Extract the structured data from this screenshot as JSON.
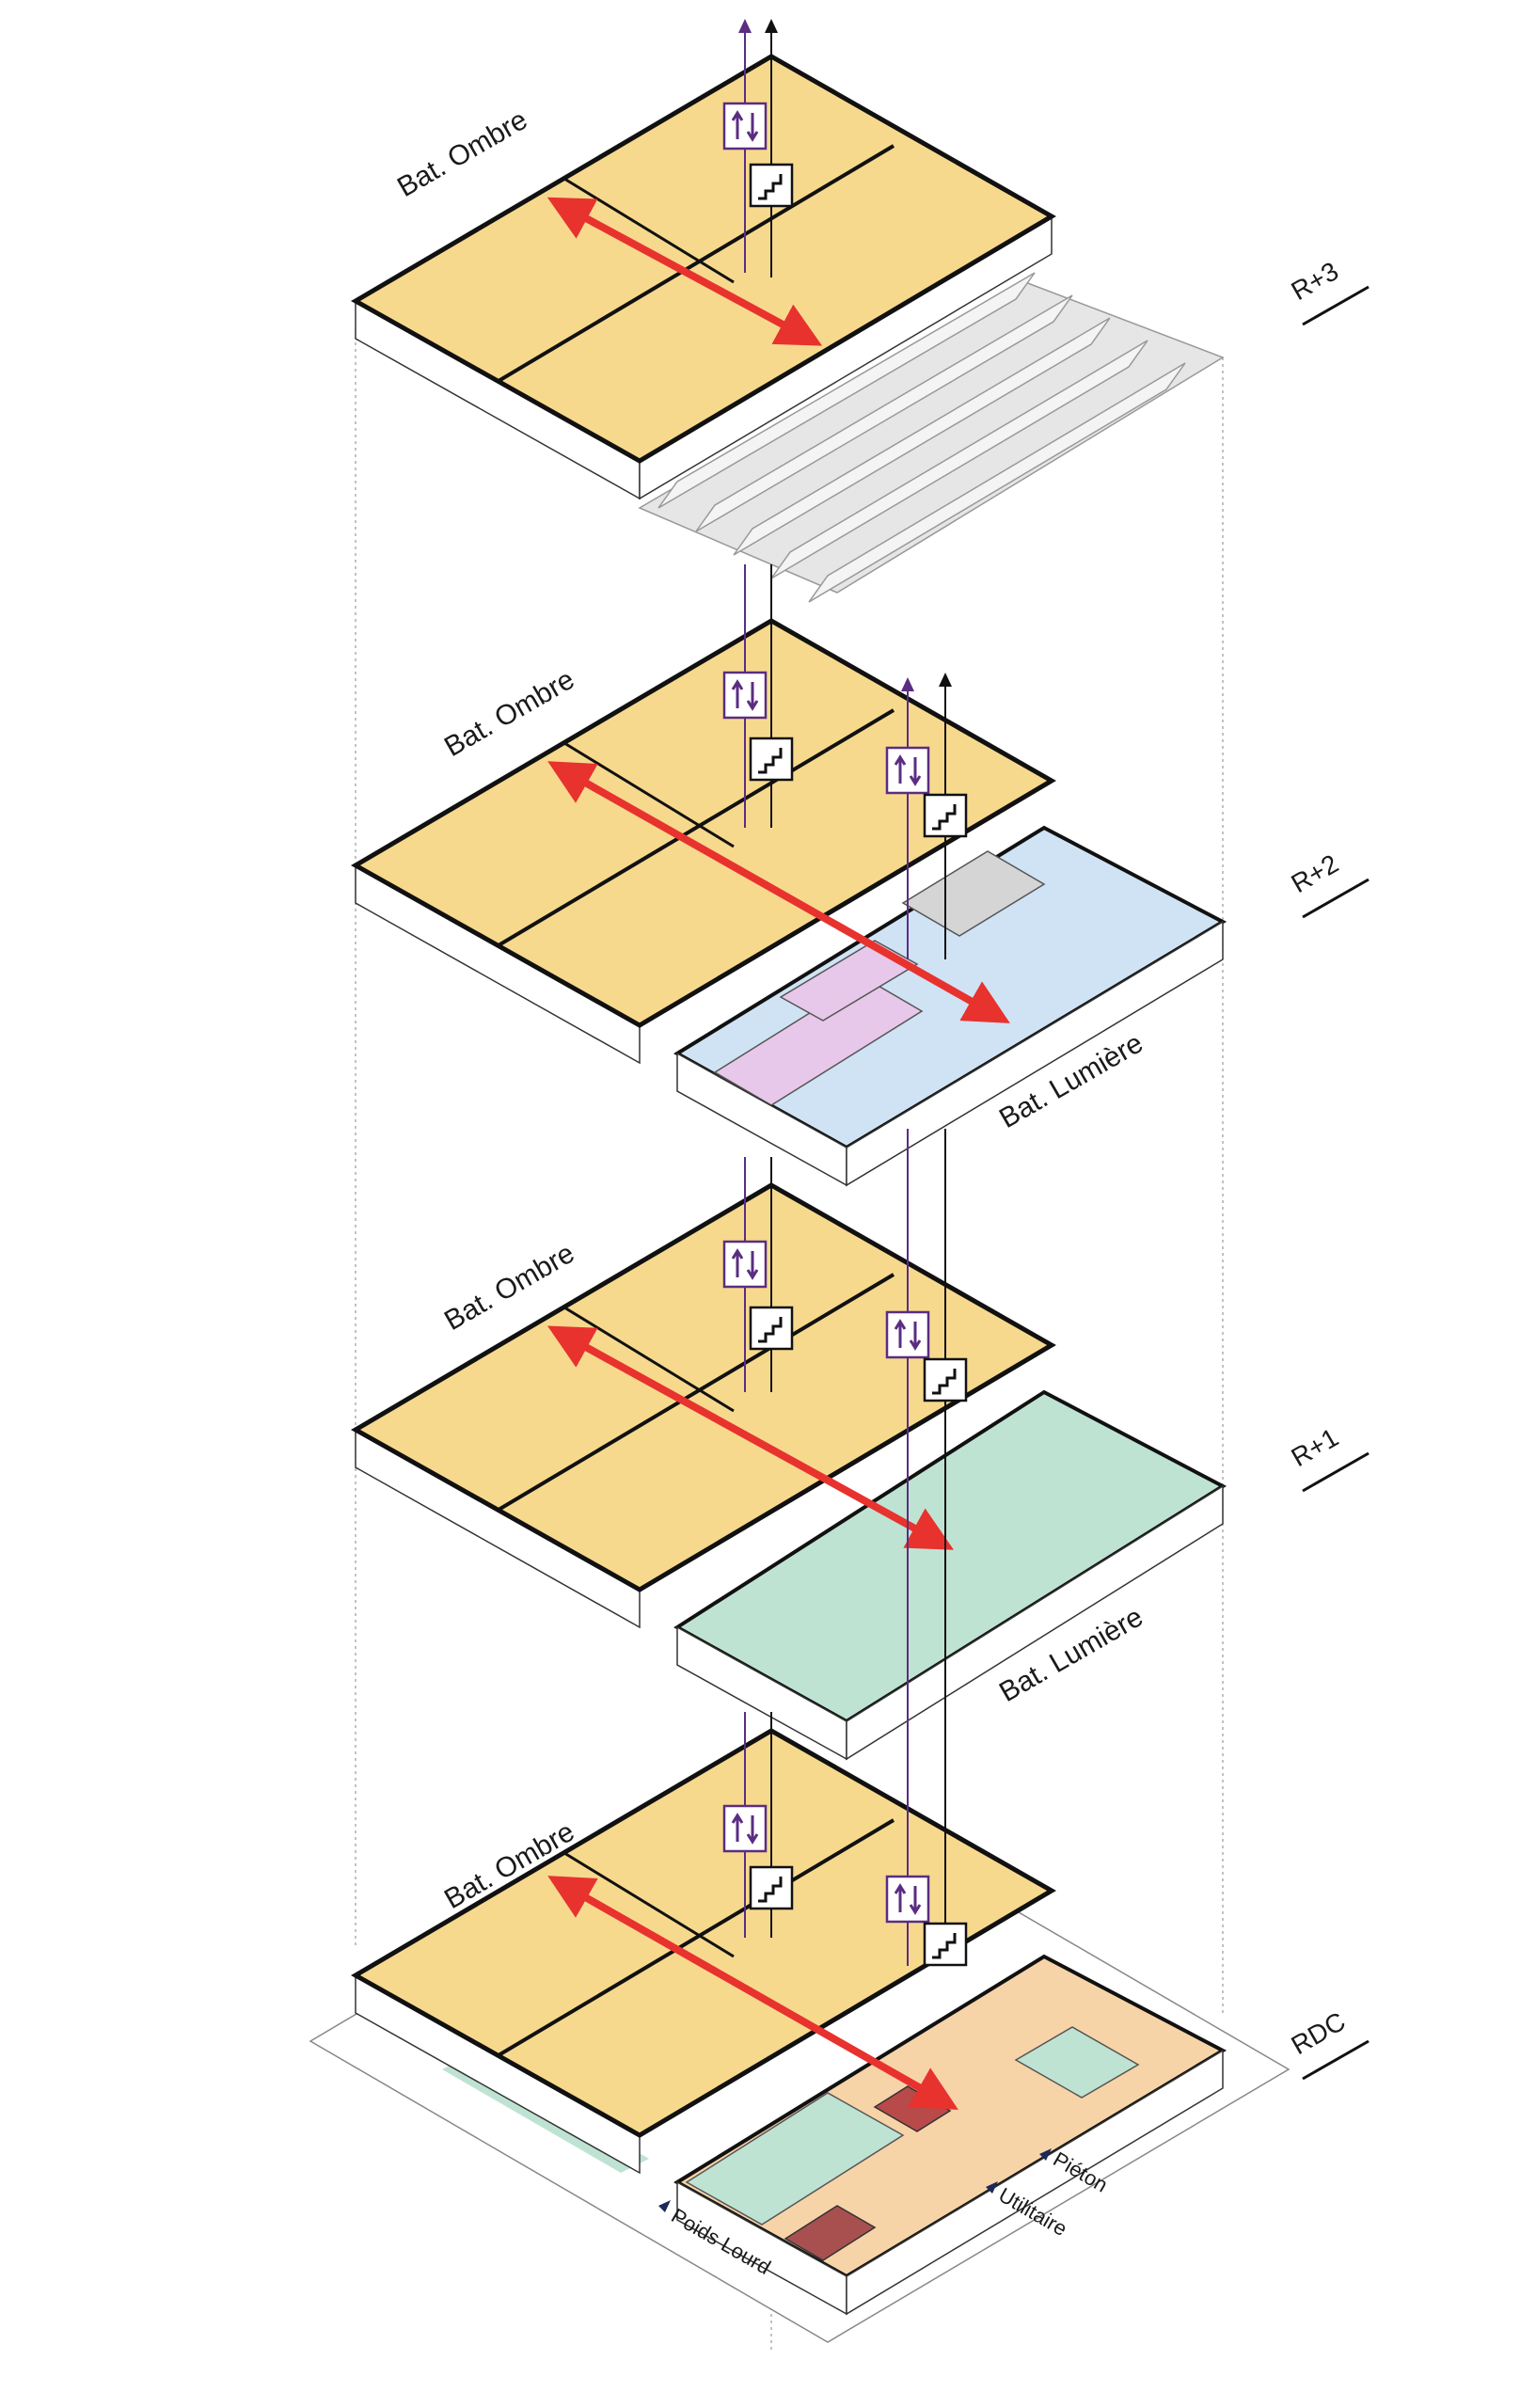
{
  "colors": {
    "ombre": "#F7D98E",
    "lumiere_r2_blue": "#CFE3F4",
    "lumiere_r2_pink": "#E8C8EA",
    "lumiere_r2_grey": "#D5D5D5",
    "lumiere_r1_green": "#BFE3D3",
    "rdc_green": "#BFE3D3",
    "rdc_orange": "#F7D3A8",
    "rdc_red": "#A85050",
    "rdc_dark_red": "#B84A4A",
    "circulation_arrow": "#E8322E",
    "elevator_purple": "#5A2D82",
    "stair_black": "#1a1a1a",
    "roof_grey": "#E6E6E6"
  },
  "icons": [
    "elevator-icon",
    "stair-icon",
    "arrow-up-icon"
  ],
  "levels": [
    {
      "id": "R+3",
      "label": "R+3",
      "building_labels": [
        "Bat. Ombre"
      ]
    },
    {
      "id": "R+2",
      "label": "R+2",
      "building_labels": [
        "Bat. Ombre",
        "Bat. Lumière"
      ]
    },
    {
      "id": "R+1",
      "label": "R+1",
      "building_labels": [
        "Bat. Ombre",
        "Bat. Lumière"
      ]
    },
    {
      "id": "RDC",
      "label": "RDC",
      "building_labels": [
        "Bat. Ombre"
      ]
    }
  ],
  "access": {
    "pieton": "Piéton",
    "utilitaire": "Utilitaire",
    "poids_lourd": "Poids Lourd"
  }
}
